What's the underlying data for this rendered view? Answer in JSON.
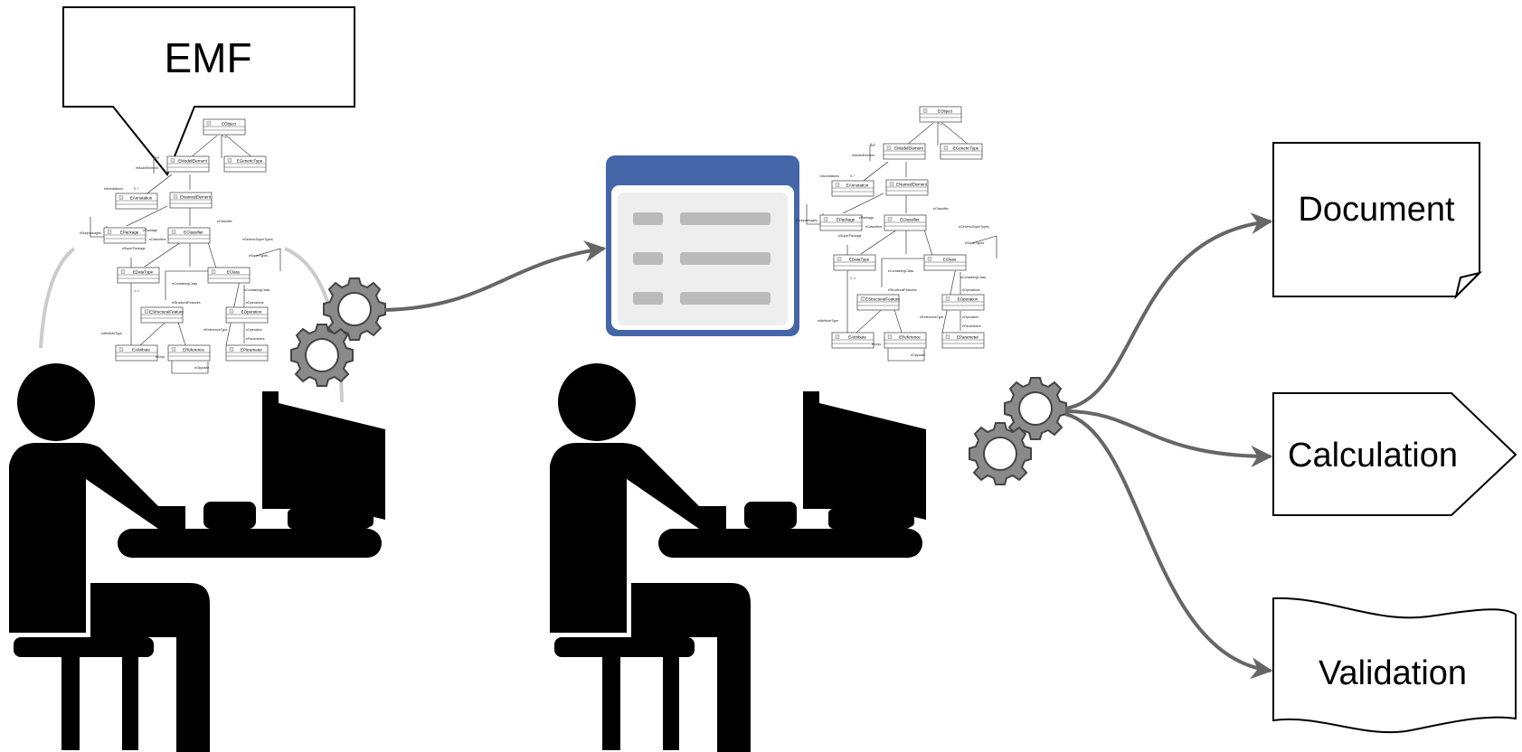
{
  "callout": {
    "text": "EMF"
  },
  "outputs": [
    {
      "label": "Document"
    },
    {
      "label": "Calculation"
    },
    {
      "label": "Validation"
    }
  ],
  "uml": {
    "classes": [
      "EObject",
      "EModelElement",
      "EGenericType",
      "EAnnotation",
      "ENamedElement",
      "EPackage",
      "EClassifier",
      "EDataType",
      "EClass",
      "EStructuralFeature",
      "EOperation",
      "EAttribute",
      "EReference",
      "EParameter"
    ],
    "refs": [
      "eModelElement",
      "eAnnotations",
      "eSubpackages",
      "eSuperPackage",
      "ePackage",
      "eClassifiers",
      "eClassifier",
      "eGenericSuperTypes",
      "eSuperTypes",
      "eContainingClass",
      "eStructuralFeatures",
      "eAttributeType",
      "eReferenceType",
      "eOperations",
      "eOperation",
      "eParameters",
      "eKeys",
      "eOpposite"
    ],
    "mults": [
      "0..1",
      "0..*",
      "1..1"
    ]
  },
  "colors": {
    "gear": "#8a8a8a",
    "arrow": "#666666",
    "window_header": "#4466a8",
    "window_body": "#eeeeee",
    "window_bar": "#bbbbbb",
    "person": "#000000",
    "arc": "#cccccc"
  }
}
